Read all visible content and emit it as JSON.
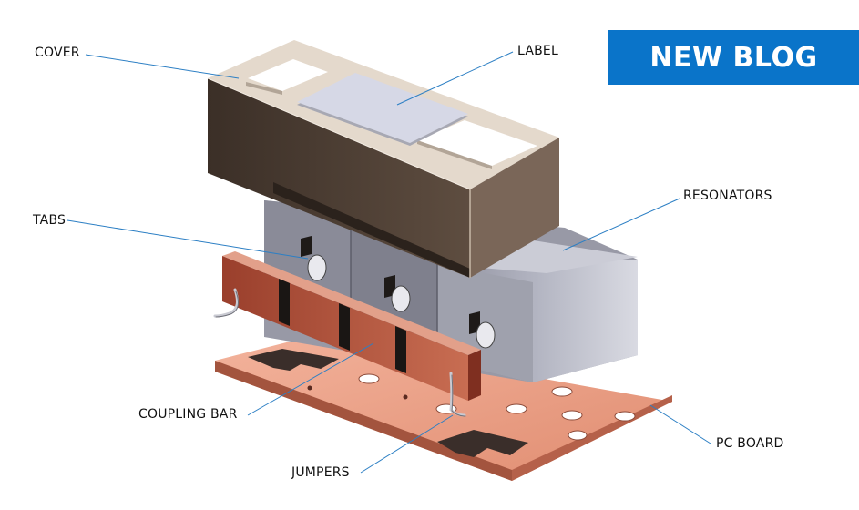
{
  "badge": {
    "text": "NEW BLOG",
    "color": "#0a74c9"
  },
  "labels": {
    "cover": "COVER",
    "label": "LABEL",
    "tabs": "TABS",
    "resonators": "RESONATORS",
    "coupling_bar": "COUPLING BAR",
    "jumpers": "JUMPERS",
    "pc_board": "PC BOARD"
  },
  "colors": {
    "leader": "#2c7fc4",
    "cover": "#4a3b30",
    "copper": "#e49a80",
    "coupling_bar": "#b85d46",
    "resonator": "#a6a8b6"
  }
}
